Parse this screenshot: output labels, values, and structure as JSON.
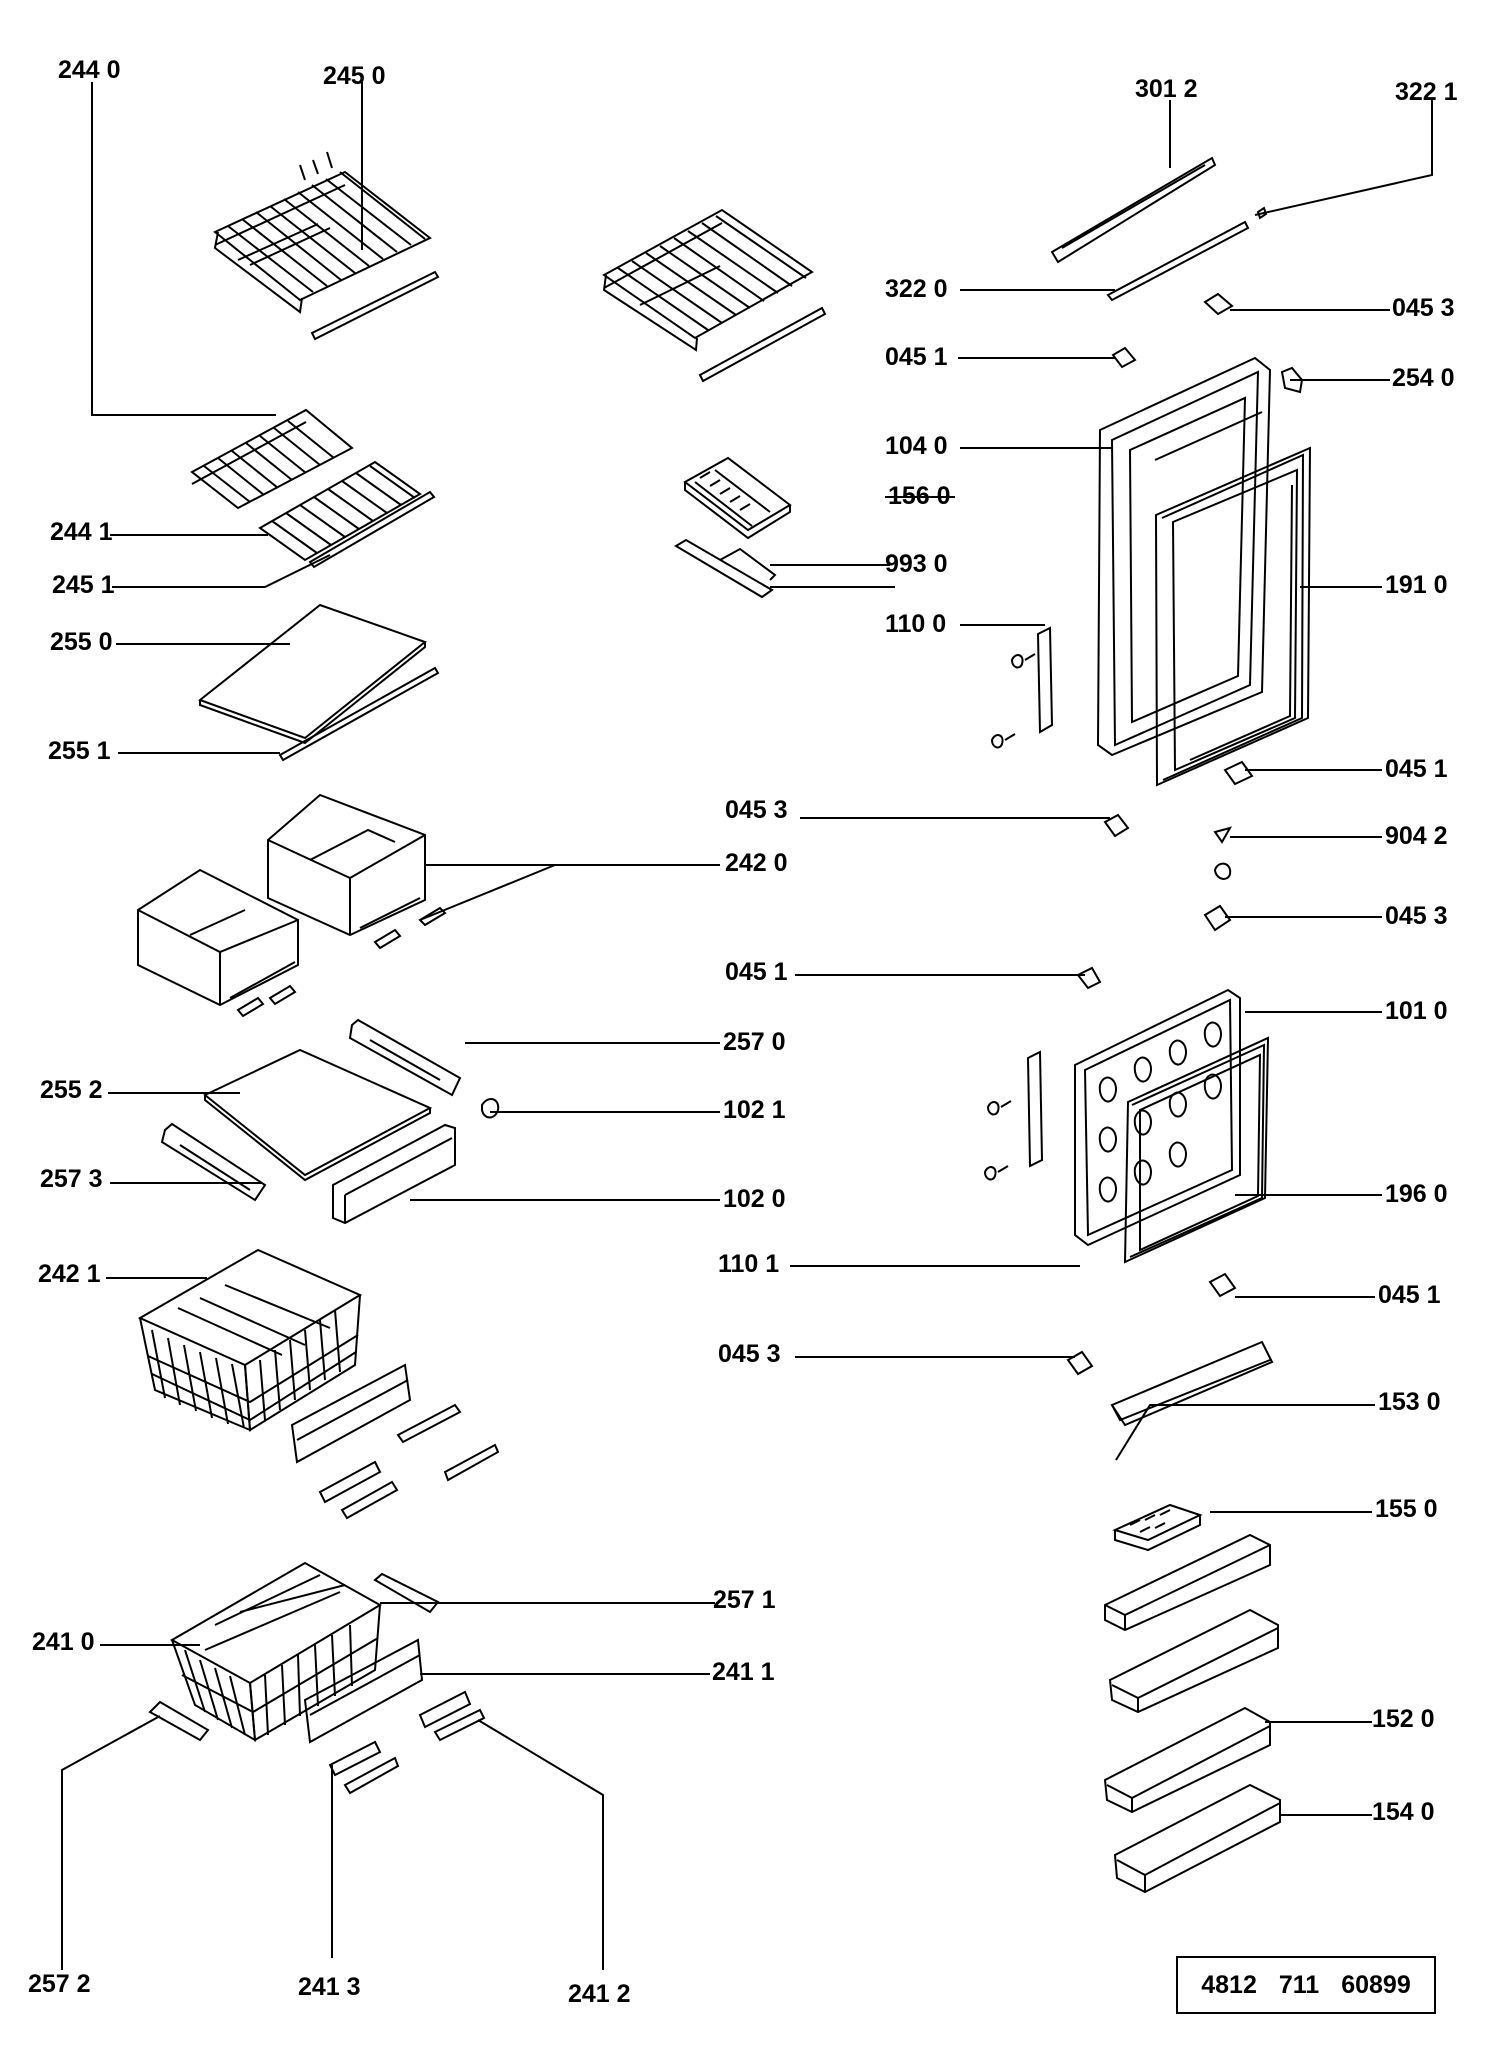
{
  "labels": {
    "p2440": "244 0",
    "p2450": "245 0",
    "p3012": "301 2",
    "p3221": "322 1",
    "p3220": "322 0",
    "p0453_a": "045 3",
    "p0451_a": "045 1",
    "p2540": "254 0",
    "p1040": "104 0",
    "p1560": "156 0",
    "p2441": "244 1",
    "p2451": "245 1",
    "p9930": "993 0",
    "p1910": "191 0",
    "p1100": "110 0",
    "p2550": "255 0",
    "p2551": "255 1",
    "p0451_b": "045 1",
    "p0453_b": "045 3",
    "p9042": "904 2",
    "p2420": "242 0",
    "p0453_c": "045 3",
    "p0451_c": "045 1",
    "p1010": "101 0",
    "p2570": "257 0",
    "p2552": "255 2",
    "p1021": "102 1",
    "p2573": "257 3",
    "p1020": "102 0",
    "p1960": "196 0",
    "p1101": "110 1",
    "p2421": "242 1",
    "p0451_d": "045 1",
    "p0453_d": "045 3",
    "p1530": "153 0",
    "p1550": "155 0",
    "p2571": "257 1",
    "p2410": "241 0",
    "p2411": "241 1",
    "p1520": "152 0",
    "p1540": "154 0",
    "p2572": "257  2",
    "p2413": "241 3",
    "p2412": "241 2"
  },
  "doc_number": {
    "a": "4812",
    "b": "711",
    "c": "60899"
  }
}
